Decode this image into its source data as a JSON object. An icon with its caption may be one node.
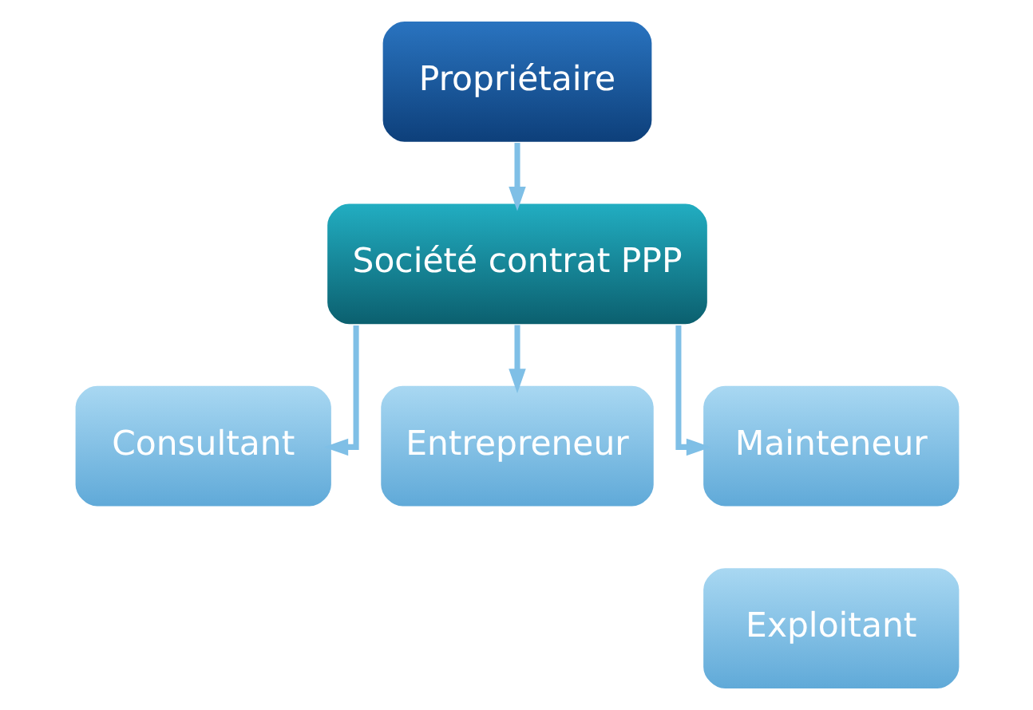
{
  "diagram": {
    "nodes": [
      {
        "text": [
          "Propriétaire"
        ]
      },
      {
        "text": [
          "Société contrat PPP"
        ]
      },
      {
        "text": [
          "Consultant"
        ]
      },
      {
        "text": [
          "Entrepreneur"
        ]
      },
      {
        "text": [
          "Mainteneur"
        ]
      },
      {
        "text": [
          "Exploitant"
        ]
      }
    ],
    "edges": [
      {
        "from": 0,
        "to": 1,
        "arrow": "to"
      },
      {
        "from": 1,
        "to": 2,
        "arrow": "to"
      },
      {
        "from": 1,
        "to": 3,
        "arrow": "to"
      },
      {
        "from": 1,
        "to": 4,
        "arrow": "to"
      }
    ]
  }
}
